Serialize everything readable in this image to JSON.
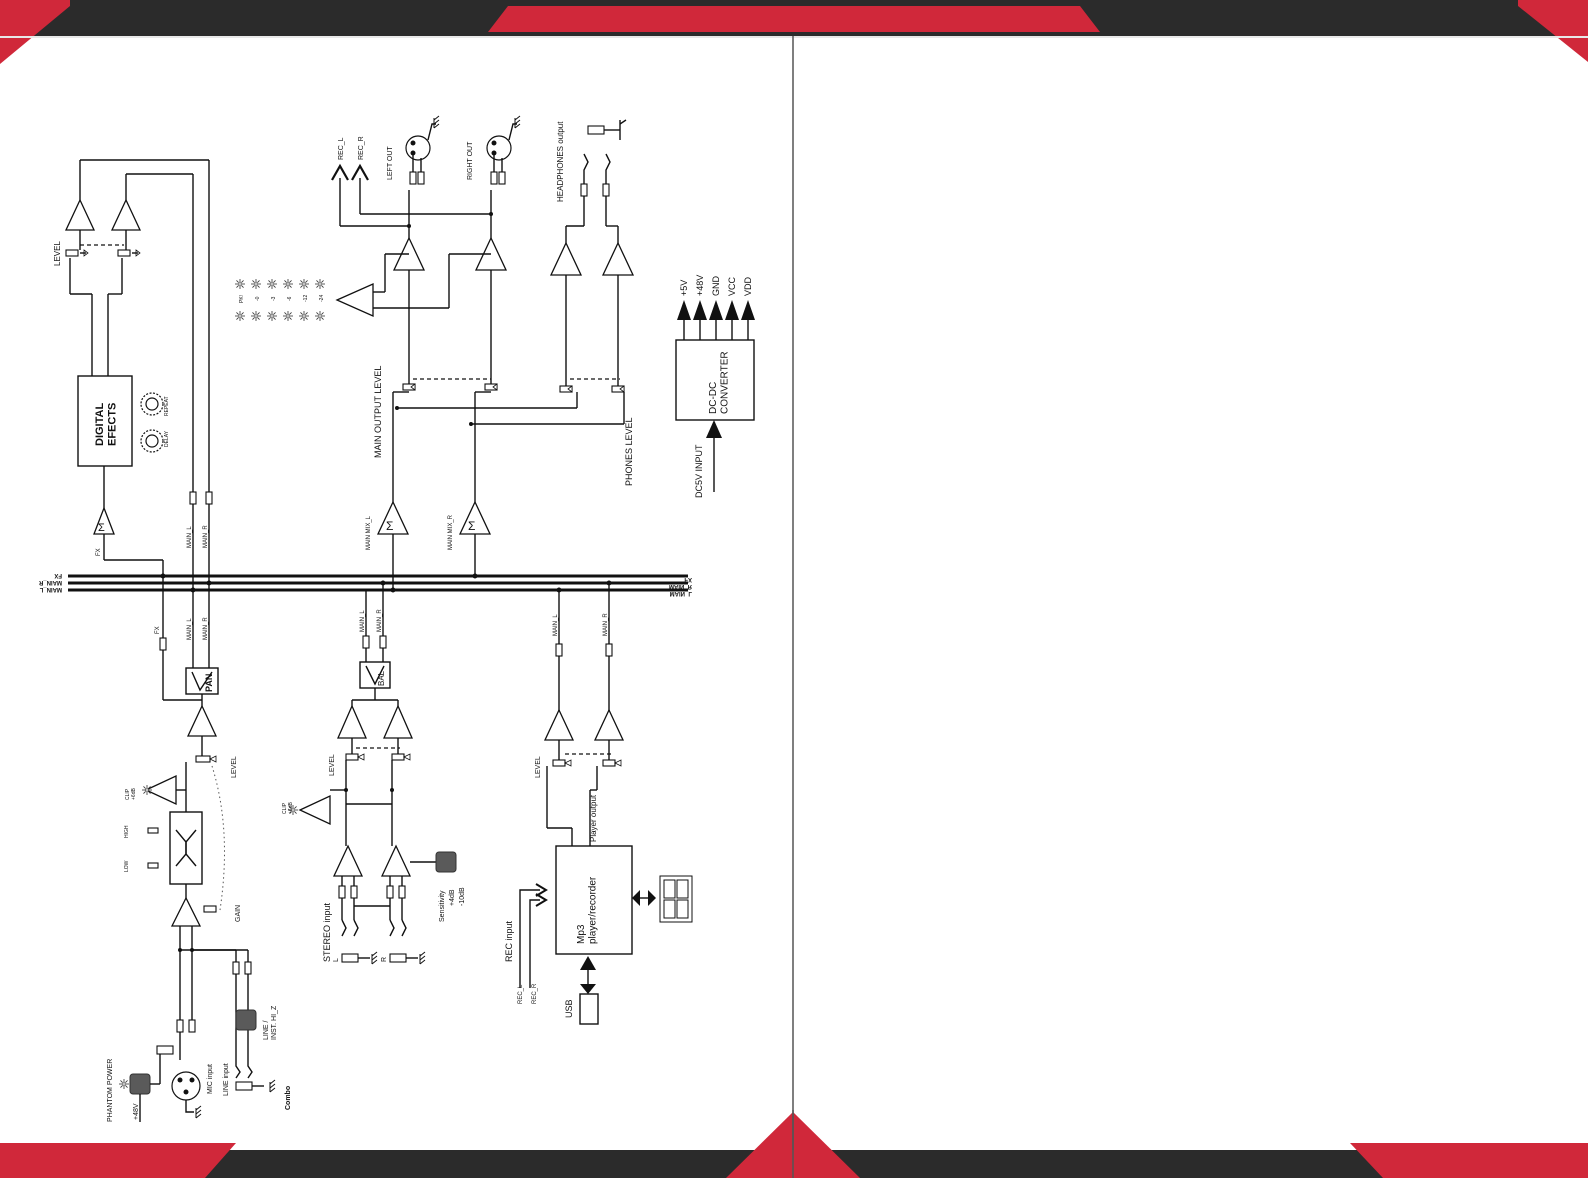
{
  "brand": {
    "accent": "#d0283a",
    "dark": "#2b2b2b"
  },
  "labels": {
    "level": "LEVEL",
    "digital_effects": "DIGITAL\nEFECTS",
    "delay": "DELAY",
    "repeat": "REPEAT",
    "fx": "FX",
    "main_l": "MAIN_L",
    "main_r": "MAIN_R",
    "sigma": "Σ",
    "rec_l": "REC_L",
    "rec_r": "REC_R",
    "left_out": "LEFT OUT",
    "right_out": "RIGHT OUT",
    "headphones_output": "HEADPHONES output",
    "meter_pk": "PK!",
    "meter_0": "-0",
    "meter_3": "-3",
    "meter_6": "-6",
    "meter_12": "-12",
    "meter_24": "-24",
    "main_output_level": "MAIN OUTPUT LEVEL",
    "main_mix_l": "MAIN MIX_L",
    "main_mix_r": "MAIN MIX_R",
    "phones_level": "PHONES LEVEL",
    "dc5v_input": "DC5V INPUT",
    "dc_dc_converter": "DC-DC\nCONVERTER",
    "rail_5v": "+5V",
    "rail_48v": "+48V",
    "rail_gnd": "GND",
    "rail_vcc": "VCC",
    "rail_vdd": "VDD",
    "pan": "PAN",
    "bal": "BAL",
    "clip_6db": "CLIP\n+6dB",
    "high": "HIGH",
    "low": "LOW",
    "gain": "GAIN",
    "phantom_power": "PHANTOM POWER",
    "plus_48v": "+48V",
    "mic_input": "MIC input",
    "line_input": "LINE input",
    "line_inst": "LINE /\nINST. HI_Z",
    "combo": "Combo",
    "stereo_input": "STEREO input",
    "ch_l": "L",
    "ch_r": "R",
    "sensitivity": "Sensitivity",
    "plus4db": "+4dB",
    "minus10db": "-10dB",
    "player_output": "Player output",
    "mp3_player": "Mp3\nplayer/recorder",
    "rec_input": "REC input",
    "usb": "USB"
  }
}
